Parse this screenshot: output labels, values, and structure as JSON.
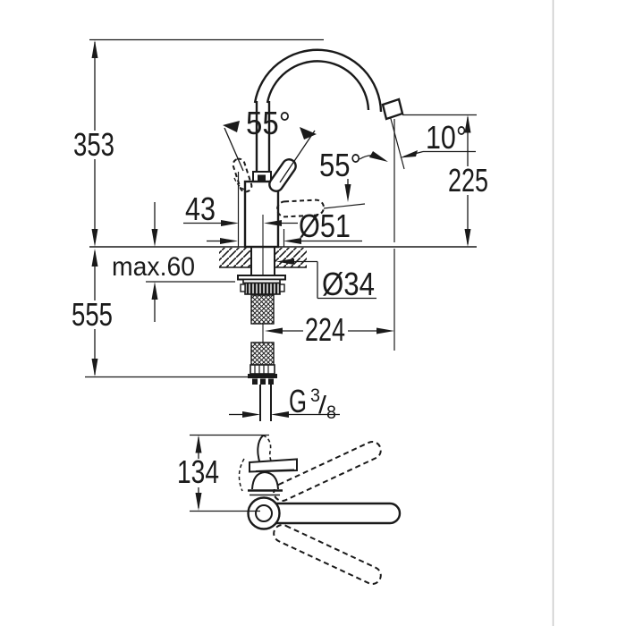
{
  "page": {
    "background": "#ffffff",
    "line_color": "#1a1a1a",
    "divider_color": "#c9c9c9"
  },
  "diagram": {
    "type": "technical-drawing",
    "subject": "kitchen-sink-mixer-tap-dimensions",
    "views": [
      "side-elevation",
      "top-plan"
    ],
    "dimensions": {
      "total_height": "353",
      "lever_swing_left": "55°",
      "lever_swing_right": "55°",
      "outlet_angle": "10°",
      "spout_height": "225",
      "handle_offset": "43",
      "body_diameter": "Ø51",
      "max_deck_thickness": "max.60",
      "shank_diameter": "Ø34",
      "hose_length": "555",
      "spout_reach": "224",
      "handle_depth": "134",
      "thread": {
        "prefix": "G",
        "numerator": "3",
        "slash": "/",
        "denominator": "8"
      }
    }
  }
}
